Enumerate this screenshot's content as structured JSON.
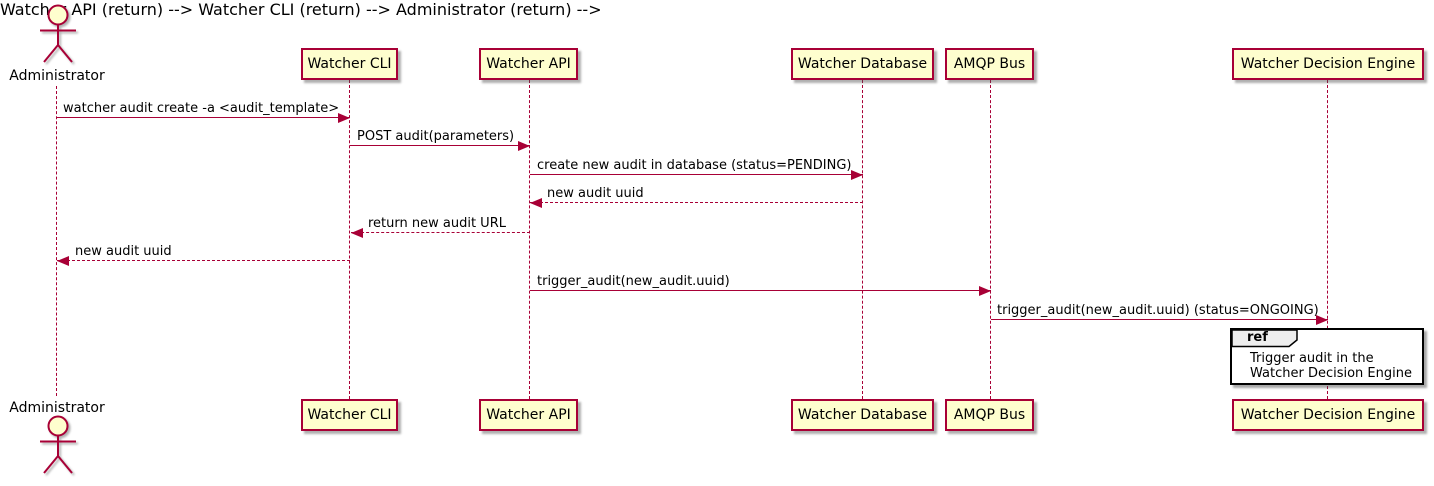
{
  "diagram_type": "uml-sequence-diagram",
  "colors": {
    "participant_fill": "#FEFECE",
    "stroke_accent": "#A80036",
    "text": "#000000",
    "ref_header_fill": "#EEEEEE",
    "ref_border": "#000000",
    "background": "#FFFFFF"
  },
  "actor": {
    "label": "Administrator"
  },
  "participants": {
    "cli": "Watcher CLI",
    "api": "Watcher API",
    "db": "Watcher Database",
    "amqp": "AMQP Bus",
    "wde": "Watcher Decision Engine"
  },
  "messages": [
    {
      "text": "watcher audit create -a <audit_template>",
      "from": "Administrator",
      "to": "Watcher CLI",
      "line": "solid"
    },
    {
      "text": "POST audit(parameters)",
      "from": "Watcher CLI",
      "to": "Watcher API",
      "line": "solid"
    },
    {
      "text": "create new audit in database (status=PENDING)",
      "from": "Watcher API",
      "to": "Watcher Database",
      "line": "solid"
    },
    {
      "text": "new audit uuid",
      "from": "Watcher Database",
      "to": "Watcher API",
      "line": "dashed"
    },
    {
      "text": "return new audit URL",
      "from": "Watcher API",
      "to": "Watcher CLI",
      "line": "dashed"
    },
    {
      "text": "new audit uuid",
      "from": "Watcher CLI",
      "to": "Administrator",
      "line": "dashed"
    },
    {
      "text": "trigger_audit(new_audit.uuid)",
      "from": "Watcher API",
      "to": "AMQP Bus",
      "line": "solid"
    },
    {
      "text": "trigger_audit(new_audit.uuid) (status=ONGOING)",
      "from": "AMQP Bus",
      "to": "Watcher Decision Engine",
      "line": "solid"
    }
  ],
  "ref": {
    "keyword": "ref",
    "line1": "Trigger audit in the",
    "line2": "Watcher Decision Engine"
  }
}
